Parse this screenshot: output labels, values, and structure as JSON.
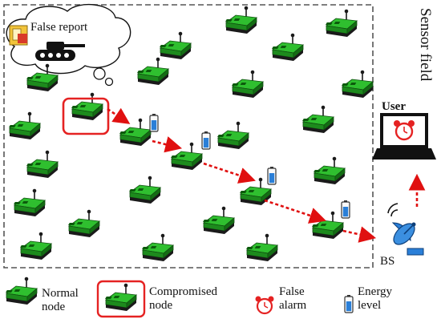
{
  "field": {
    "title": "Sensor field"
  },
  "bubble": {
    "text": "False report"
  },
  "user": {
    "label": "User"
  },
  "base_station": {
    "label": "BS"
  },
  "legend": {
    "normal": {
      "line1": "Normal",
      "line2": "node"
    },
    "compromised": {
      "line1": "Compromised",
      "line2": "node"
    },
    "alarm": {
      "line1": "False",
      "line2": "alarm"
    },
    "energy": {
      "line1": "Energy",
      "line2": "level"
    }
  },
  "colors": {
    "node_green": "#22a52a",
    "node_dark": "#1a1a1a",
    "highlight_red": "#e52222",
    "arrow_red": "#e01010",
    "battery_blue": "#2a7fd8",
    "field_border": "#555555"
  },
  "icons": [
    "sensor-node-icon",
    "alarm-clock-icon",
    "battery-icon",
    "laptop-icon",
    "satellite-dish-icon",
    "tank-icon",
    "folder-icon"
  ]
}
